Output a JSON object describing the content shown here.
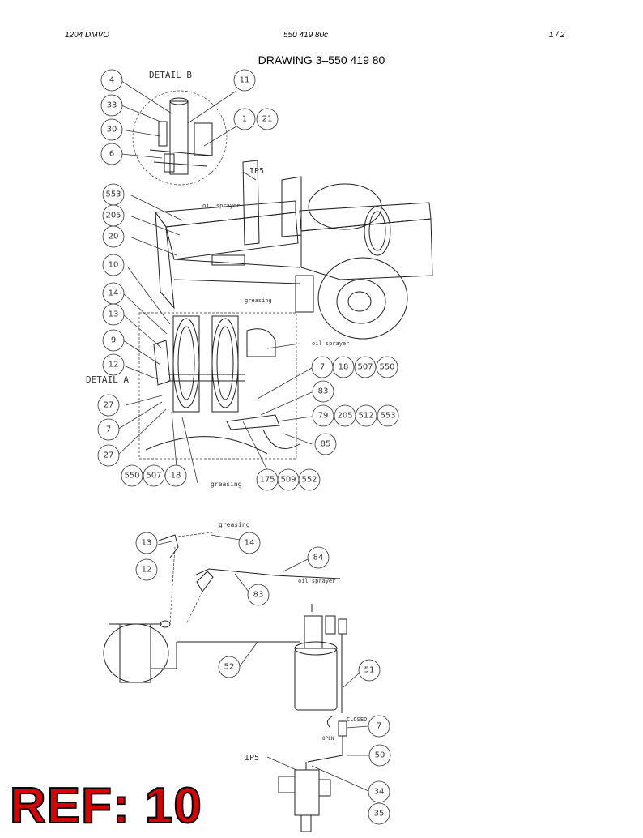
{
  "header": {
    "left": "1204 DMVO",
    "center": "550 419 80c",
    "right": "1 /  2"
  },
  "title": "DRAWING 3–550 419 80",
  "ref_label": "REF: 10",
  "labels": {
    "detail_b": "DETAIL B",
    "detail_a": "DETAIL A",
    "oil_sprayer_1": "oil sprayer",
    "oil_sprayer_2": "oil sprayer",
    "oil_sprayer_3": "oil sprayer",
    "greasing_1": "greasing",
    "greasing_2": "greasing",
    "greasing_3": "greasing",
    "closed": "CLOSED",
    "open": "OPEN",
    "ip5_1": "IP5",
    "ip5_2": "IP5"
  },
  "callouts": [
    "4",
    "33",
    "30",
    "6",
    "11",
    "1",
    "21",
    "553",
    "205",
    "20",
    "10",
    "14",
    "13",
    "9",
    "12",
    "27",
    "7",
    "27",
    "550",
    "507",
    "18",
    "175",
    "509",
    "552",
    "7",
    "18",
    "507",
    "550",
    "83",
    "79",
    "205",
    "512",
    "553",
    "85",
    "13",
    "12",
    "14",
    "84",
    "83",
    "52",
    "51",
    "7",
    "50",
    "34",
    "35"
  ]
}
